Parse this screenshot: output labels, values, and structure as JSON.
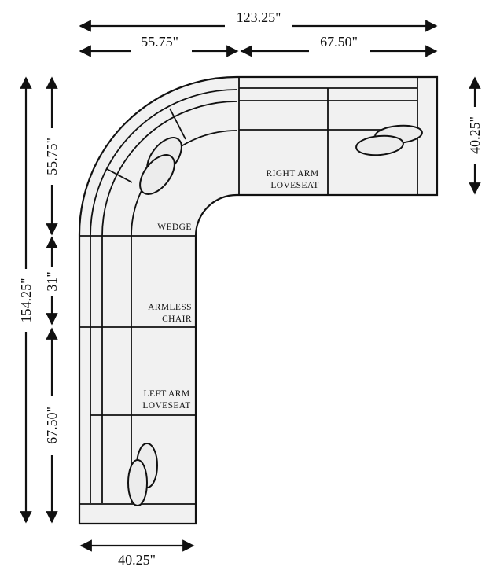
{
  "dimensions": {
    "overall_width": "123.25\"",
    "wedge_width": "55.75\"",
    "right_loveseat_width": "67.50\"",
    "right_depth": "40.25\"",
    "overall_depth": "154.25\"",
    "wedge_depth": "55.75\"",
    "armless_depth": "31\"",
    "left_loveseat_depth": "67.50\"",
    "bottom_depth": "40.25\""
  },
  "pieces": {
    "right_arm_loveseat": [
      "RIGHT ARM",
      "LOVESEAT"
    ],
    "wedge": "WEDGE",
    "armless_chair": [
      "ARMLESS",
      "CHAIR"
    ],
    "left_arm_loveseat": [
      "LEFT ARM",
      "LOVESEAT"
    ]
  },
  "colors": {
    "upholstery": "#f1f1f1",
    "outline": "#111111"
  }
}
